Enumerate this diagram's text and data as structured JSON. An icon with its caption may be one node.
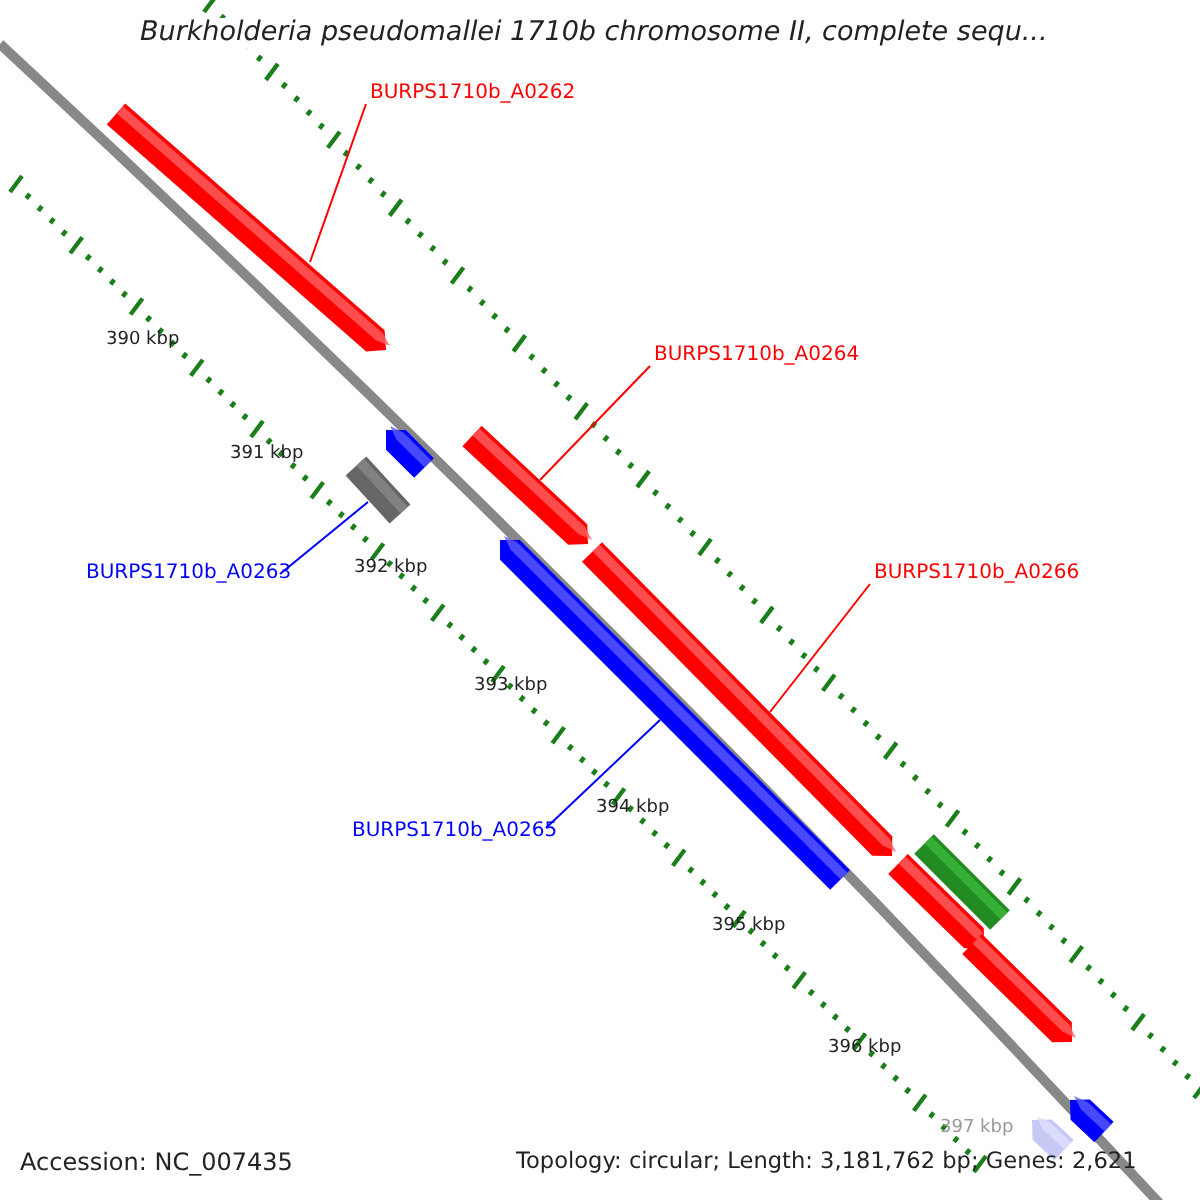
{
  "diagram": {
    "title": "Burkholderia pseudomallei 1710b chromosome II, complete sequ...",
    "nodes": [
      {
        "text": [
          "BURPS1710b_A0262"
        ]
      },
      {
        "text": [],
        "shape": "arrow"
      },
      {
        "text": [
          "BURPS1710b_A0264"
        ]
      },
      {
        "text": [],
        "shape": "arrow"
      },
      {
        "text": [
          "BURPS1710b_A0263"
        ]
      },
      {
        "text": [],
        "shape": "box"
      },
      {
        "text": [
          "BURPS1710b_A0266"
        ]
      },
      {
        "text": [],
        "shape": "arrow"
      },
      {
        "text": [
          "BURPS1710b_A0265"
        ]
      },
      {
        "text": [],
        "shape": "arrow"
      },
      {
        "text": [],
        "shape": "arrow"
      },
      {
        "text": [],
        "shape": "arrow"
      },
      {
        "text": [],
        "shape": "box"
      },
      {
        "text": [],
        "shape": "arrow"
      },
      {
        "text": [],
        "shape": "arrow"
      },
      {
        "text": [],
        "shape": "arrow"
      }
    ],
    "edges": [
      {
        "from": 0,
        "to": 1,
        "arrow": "none",
        "color": "#ff0000"
      },
      {
        "from": 2,
        "to": 3,
        "arrow": "none",
        "color": "#ff0000"
      },
      {
        "from": 4,
        "to": 5,
        "arrow": "none",
        "color": "#0000ff"
      },
      {
        "from": 6,
        "to": 7,
        "arrow": "none",
        "color": "#ff0000"
      },
      {
        "from": 8,
        "to": 9,
        "arrow": "none",
        "color": "#0000ff"
      }
    ],
    "labels": [
      "390 kbp",
      "391 kbp",
      "392 kbp",
      "393 kbp",
      "394 kbp",
      "395 kbp",
      "396 kbp",
      "397 kbp",
      "Accession: NC_007435",
      "Topology: circular; Length: 3,181,762 bp; Genes: 2,621"
    ]
  }
}
